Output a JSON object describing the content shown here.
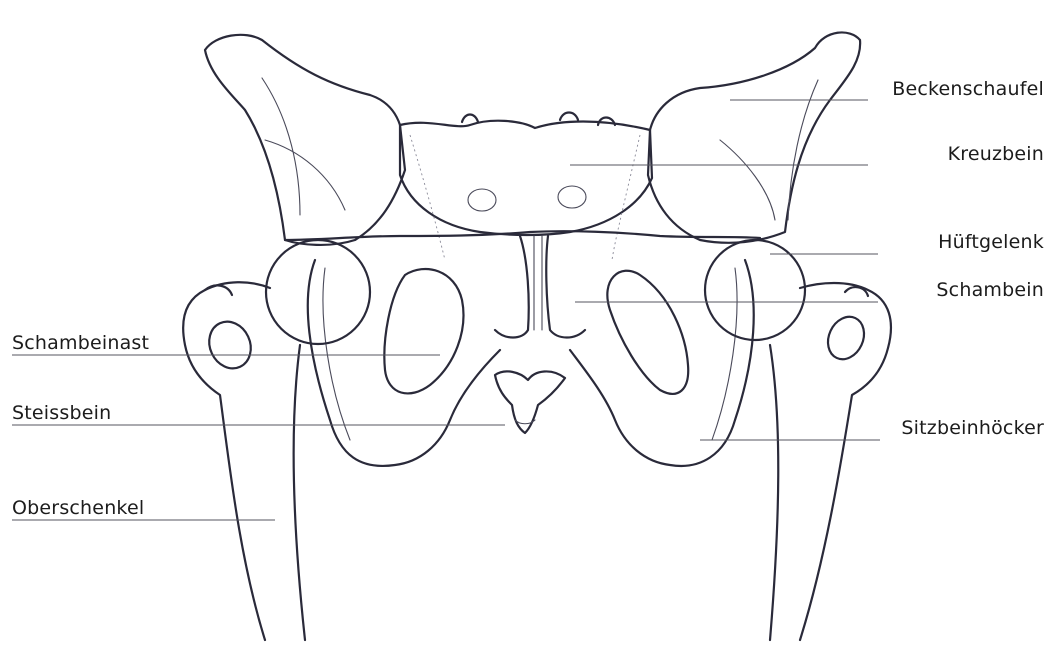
{
  "labels": {
    "beckenschaufel": "Beckenschaufel",
    "kreuzbein": "Kreuzbein",
    "hueftgelenk": "Hüftgelenk",
    "schambein": "Schambein",
    "schambeinast": "Schambeinast",
    "steissbein": "Steissbein",
    "sitzbeinhoecker": "Sitzbeinhöcker",
    "oberschenkel": "Oberschenkel"
  },
  "colors": {
    "line": "#2a2a3a",
    "leader": "#55555f",
    "background": "#ffffff"
  }
}
